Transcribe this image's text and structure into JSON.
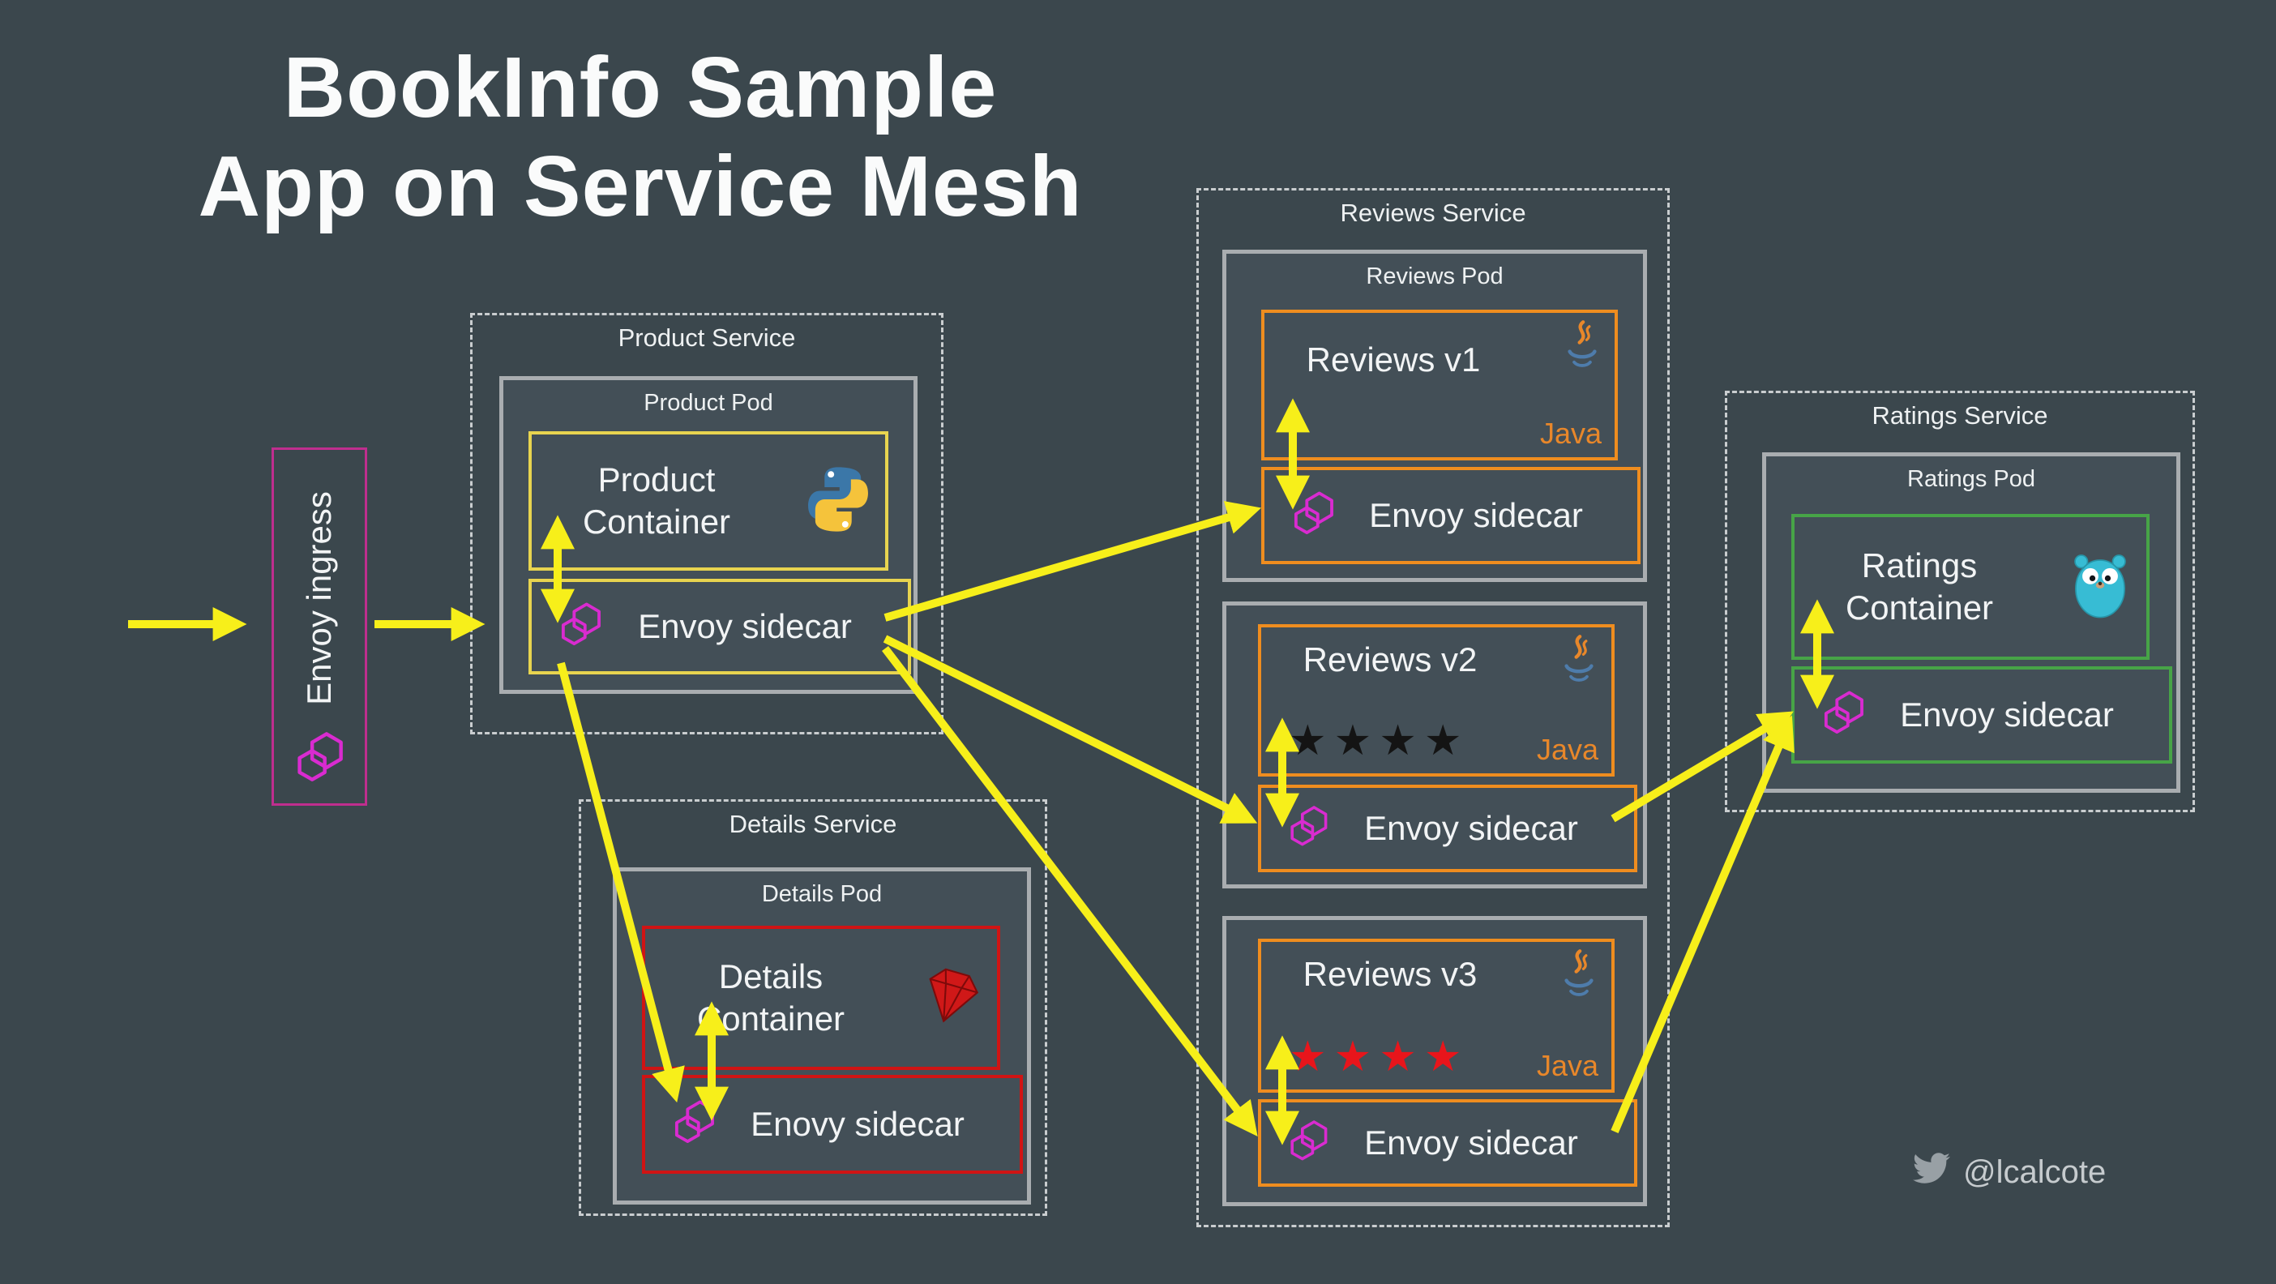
{
  "title": {
    "line1": "BookInfo Sample",
    "line2": "App on Service Mesh"
  },
  "ingress": {
    "label": "Envoy ingress"
  },
  "product": {
    "service_label": "Product Service",
    "pod_label": "Product Pod",
    "container_label": "Product Container",
    "sidecar_label": "Envoy sidecar"
  },
  "details": {
    "service_label": "Details Service",
    "pod_label": "Details Pod",
    "container_label": "Details Container",
    "sidecar_label": "Enovy sidecar"
  },
  "reviews": {
    "service_label": "Reviews Service",
    "pod_label": "Reviews Pod",
    "versions": [
      {
        "label": "Reviews v1",
        "stars": "",
        "sidecar_label": "Envoy sidecar",
        "runtime_label": "Java"
      },
      {
        "label": "Reviews v2",
        "stars": "★★★★",
        "sidecar_label": "Envoy sidecar",
        "runtime_label": "Java"
      },
      {
        "label": "Reviews v3",
        "stars": "★★★★",
        "sidecar_label": "Envoy sidecar",
        "runtime_label": "Java"
      }
    ]
  },
  "ratings": {
    "service_label": "Ratings Service",
    "pod_label": "Ratings Pod",
    "container_label": "Ratings Container",
    "sidecar_label": "Envoy sidecar"
  },
  "footer": {
    "twitter_handle": "@lcalcote"
  },
  "colors": {
    "background": "#3b474d",
    "arrow": "#f7ef1a",
    "ingress_border": "#bf2e8e",
    "product_border": "#e8d44f",
    "details_border": "#d01414",
    "reviews_border": "#ef8d1f",
    "ratings_border": "#47a447",
    "envoy_magenta": "#d92bd0",
    "stars_v2": "#141414",
    "stars_v3": "#e8151b",
    "java_orange": "#e8872a"
  }
}
